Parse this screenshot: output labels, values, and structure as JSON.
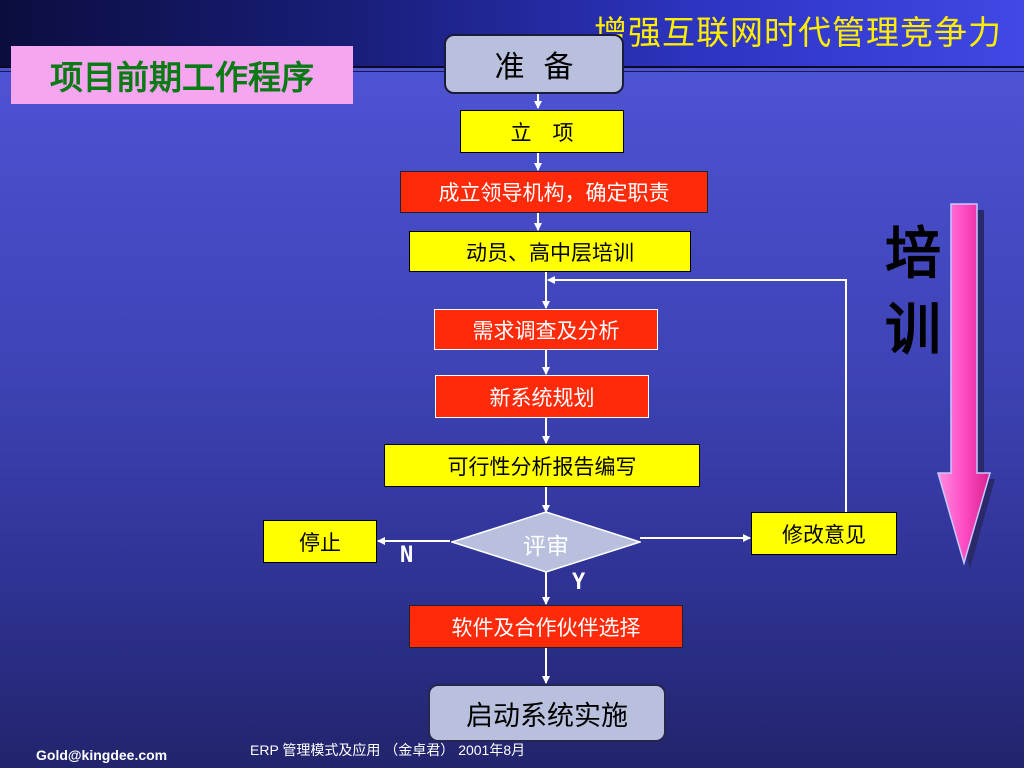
{
  "header": {
    "slogan": "增强互联网时代管理竞争力"
  },
  "page_title": "项目前期工作程序",
  "flow": {
    "prepare": "准  备",
    "approve": "立　项",
    "leadership": "成立领导机构，确定职责",
    "mobilize": "动员、高中层培训",
    "needs": "需求调查及分析",
    "planning": "新系统规划",
    "feasibility": "可行性分析报告编写",
    "review": "评审",
    "stop": "停止",
    "revise": "修改意见",
    "software": "软件及合作伙伴选择",
    "launch": "启动系统实施",
    "no_label": "N",
    "yes_label": "Y"
  },
  "side_label": {
    "line1": "培",
    "line2": "训"
  },
  "footer": {
    "email": "Gold@kingdee.com",
    "source": "ERP 管理模式及应用 （金卓君） 2001年8月"
  },
  "colors": {
    "accent_yellow": "#ffff00",
    "accent_red": "#ff2a0a",
    "title_bg": "#f6a6f0",
    "title_text": "#0a7a14",
    "training_arrow": "#ff55c8"
  }
}
